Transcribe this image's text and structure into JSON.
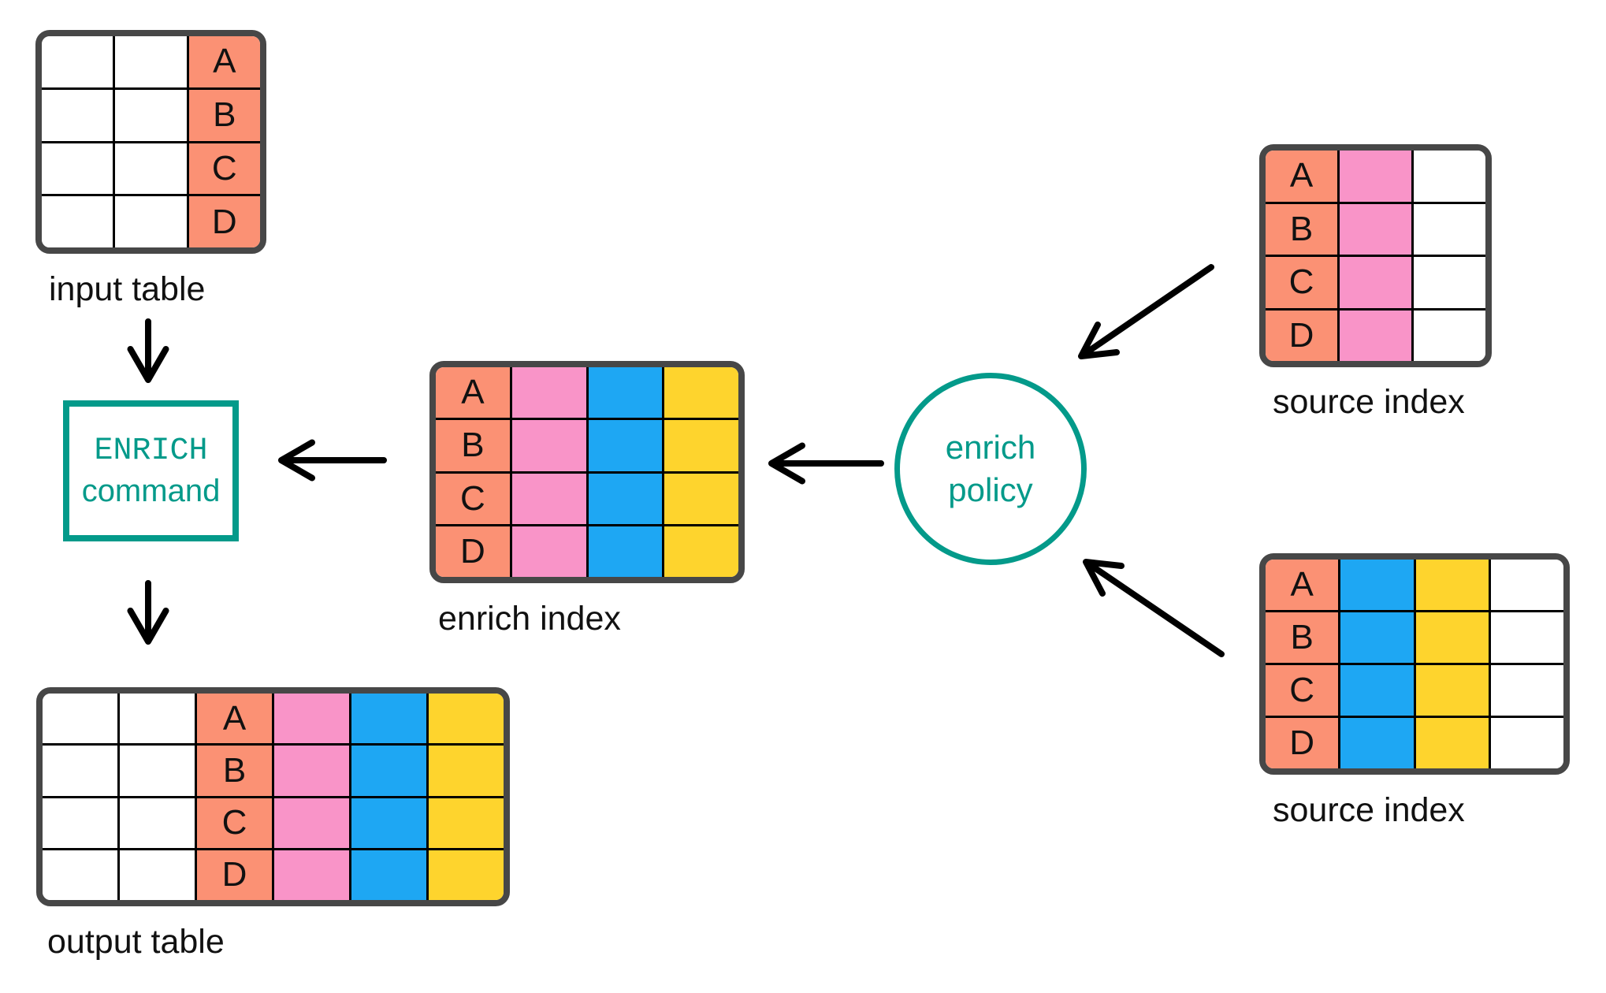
{
  "colors": {
    "salmon": "#FB9174",
    "pink": "#F994C8",
    "blue": "#1EA7F3",
    "yellow": "#FED42D",
    "teal": "#039A8A",
    "table-border": "#474747",
    "line": "#000000",
    "text": "#111111",
    "bg": "#FFFFFF"
  },
  "key_letters": [
    "A",
    "B",
    "C",
    "D"
  ],
  "nodes": {
    "input_table": {
      "label": "input table"
    },
    "enrich_command": {
      "line1": "ENRICH",
      "line2": "command"
    },
    "output_table": {
      "label": "output table"
    },
    "enrich_index": {
      "label": "enrich index"
    },
    "enrich_policy": {
      "line1": "enrich",
      "line2": "policy"
    },
    "source_index_top": {
      "label": "source index"
    },
    "source_index_bottom": {
      "label": "source index"
    }
  }
}
